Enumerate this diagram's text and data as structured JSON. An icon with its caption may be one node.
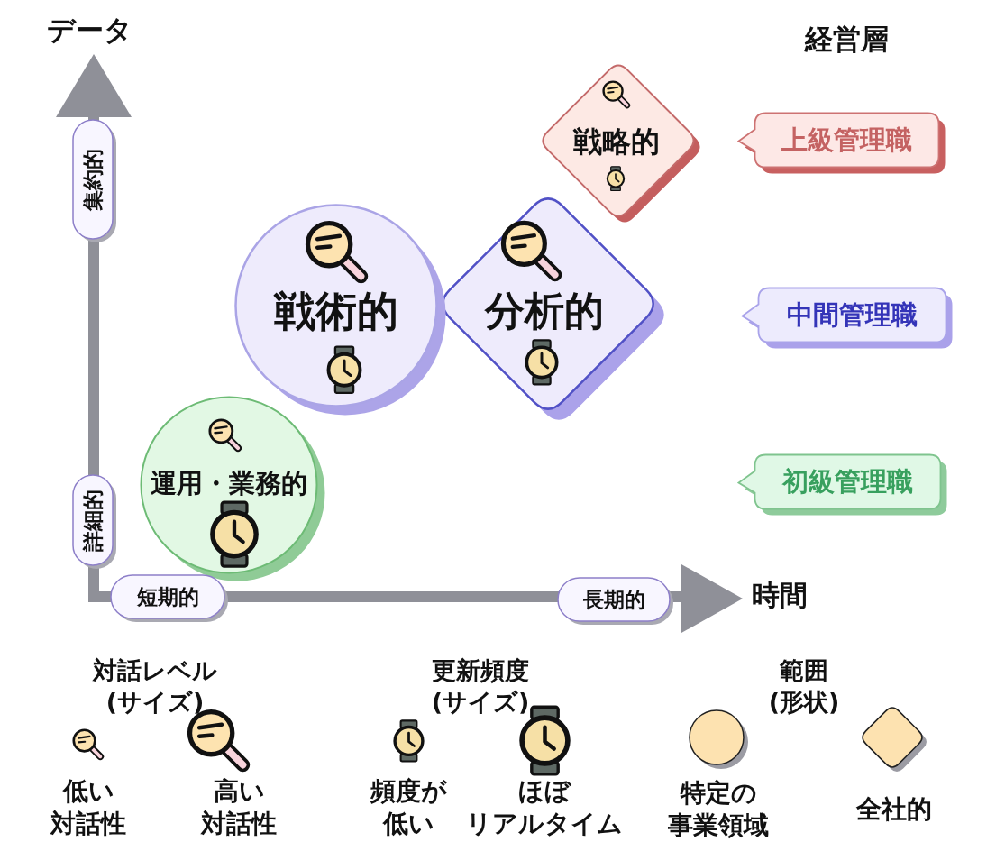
{
  "diagram": {
    "nodes": [
      {
        "text": [
          "戦略的"
        ]
      },
      {
        "text": [
          "上級管理職"
        ]
      },
      {
        "text": [
          "集約的"
        ]
      },
      {
        "text": [
          "戦術的"
        ]
      },
      {
        "text": [
          "分析的"
        ]
      },
      {
        "text": [
          "中間管理職"
        ]
      },
      {
        "text": [
          "運用・業務的"
        ]
      },
      {
        "text": [
          "初級管理職"
        ]
      },
      {
        "text": [
          "詳細的"
        ]
      },
      {
        "text": [
          "短期的"
        ]
      },
      {
        "text": [
          "長期的"
        ]
      }
    ],
    "labels": [
      "データ",
      "経営層",
      "時間",
      "対話レベル(サイズ)",
      "更新頻度(サイズ)",
      "範囲(形状)"
    ],
    "legend": [
      {
        "text": "低い対話性"
      },
      {
        "text": "高い対話性"
      },
      {
        "text": "頻度が低い"
      },
      {
        "text": "ほぼリアルタイム"
      },
      {
        "text": "特定の事業領域"
      },
      {
        "text": "全社的"
      }
    ]
  }
}
